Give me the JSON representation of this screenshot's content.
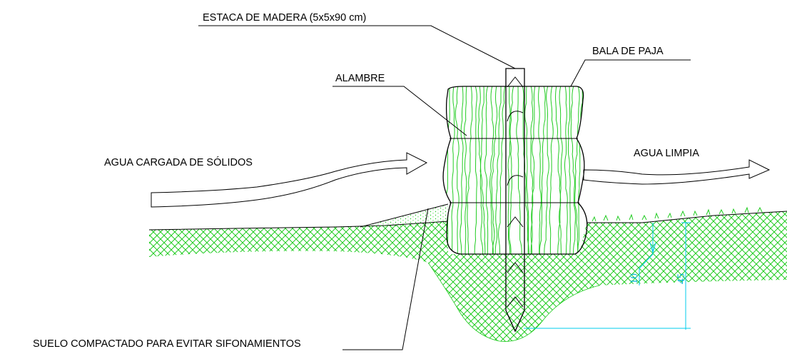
{
  "labels": {
    "stake": "ESTACA DE MADERA (5x5x90 cm)",
    "bale": "BALA DE PAJA",
    "wire": "ALAMBRE",
    "dirty_water": "AGUA CARGADA DE SÓLIDOS",
    "clean_water": "AGUA LIMPIA",
    "soil": "SUELO COMPACTADO PARA EVITAR SIFONAMIENTOS"
  },
  "dimensions": {
    "bale_embed_depth": "10",
    "stake_embed_depth": "45"
  },
  "colors": {
    "line": "#000000",
    "hatch": "#22cc22",
    "dimension": "#00b4d8"
  }
}
